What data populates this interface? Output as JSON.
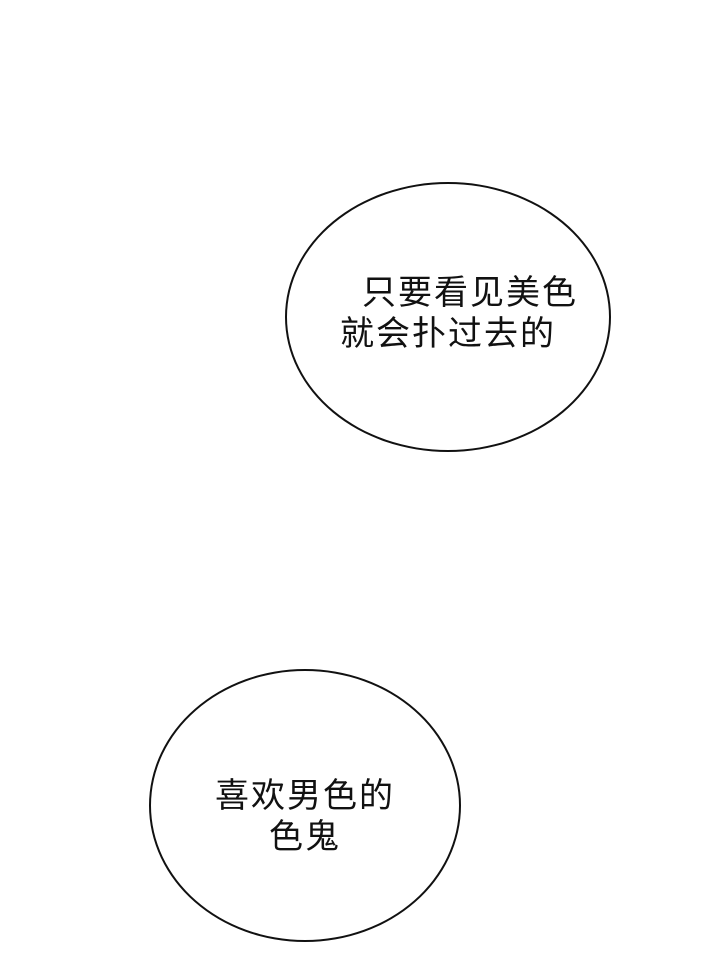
{
  "panel": {
    "background": "#ffffff",
    "bubbles": [
      {
        "id": "bubble-1",
        "lines": [
          "只要看见美色",
          "就会扑过去的"
        ]
      },
      {
        "id": "bubble-2",
        "lines": [
          "喜欢男色的",
          "色鬼"
        ]
      }
    ],
    "outline_color": "#111111",
    "text_color": "#111111"
  }
}
